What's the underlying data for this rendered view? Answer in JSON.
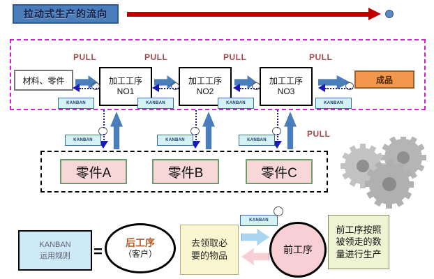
{
  "title": {
    "label": "拉动式生产的流向"
  },
  "colors": {
    "title_fill": "#4a7ebb",
    "arrow_red": "#c00000",
    "magenta_dash": "#d11fd1",
    "kanban_fill": "#d4f1f4",
    "part_fill": "#f7d7d7",
    "finished_fill": "#f2974c",
    "pull_text": "#a34a52"
  },
  "flow": {
    "pull_labels": [
      "PULL",
      "PULL",
      "PULL",
      "PULL"
    ],
    "material_box": "材料、零件",
    "processes": [
      {
        "line1": "加工工序",
        "line2": "NO1"
      },
      {
        "line1": "加工工序",
        "line2": "NO2"
      },
      {
        "line1": "加工工序",
        "line2": "NO3"
      }
    ],
    "finished_box": "成品",
    "kanban_label": "KANBAN",
    "kanban_tags": [
      "KANBAN",
      "KANBAN",
      "KANBAN",
      "KANBAN"
    ]
  },
  "parts": {
    "pull_label": "PULL",
    "kanban_tags": [
      "KANBAN",
      "KANBAN",
      "KANBAN"
    ],
    "items": [
      "零件A",
      "零件B",
      "零件C"
    ]
  },
  "legend": {
    "rule_box": {
      "line1": "KANBAN",
      "line2": "运用规则"
    },
    "equals": "=",
    "downstream": {
      "line1": "后工序",
      "line2": "（客户）"
    },
    "action_note": {
      "line1": "去领取必",
      "line2": "要的物品"
    },
    "kanban_tag": "KANBAN",
    "upstream": "前工序",
    "result_note": {
      "line1": "前工序按照",
      "line2": "被领走的数",
      "line3": "量进行生产"
    }
  },
  "decoration": {
    "gears": "gears-illustration"
  }
}
